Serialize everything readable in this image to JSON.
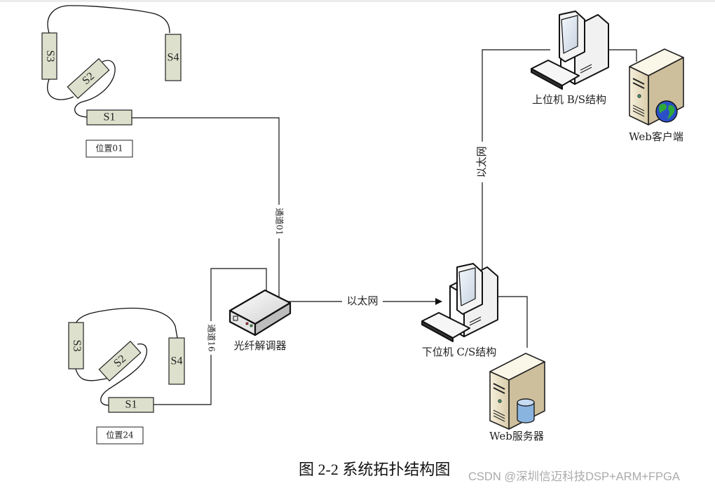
{
  "diagram": {
    "title": "图 2-2 系统拓扑结构图",
    "watermark": "CSDN @深圳信迈科技DSP+ARM+FPGA",
    "locations": [
      {
        "label": "位置01",
        "sensors": [
          "S1",
          "S2",
          "S3",
          "S4"
        ]
      },
      {
        "label": "位置24",
        "sensors": [
          "S1",
          "S2",
          "S3",
          "S4"
        ]
      }
    ],
    "channels": {
      "top": "通道01",
      "bottom": "通道16"
    },
    "nodes": {
      "demodulator": "光纤解调器",
      "lower_pc": "下位机 C/S结构",
      "upper_pc": "上位机 B/S结构",
      "web_client": "Web客户端",
      "web_server": "Web服务器"
    },
    "links": {
      "ethernet_h": "以太网",
      "ethernet_v": "以太网"
    },
    "colors": {
      "sensor_fill": "#dde0cc",
      "server_fill": "#e8e0c8",
      "line": "#111111",
      "globe_blue": "#2a4fc8",
      "globe_green": "#2fa83a",
      "db_blue": "#8ab4e0"
    }
  }
}
